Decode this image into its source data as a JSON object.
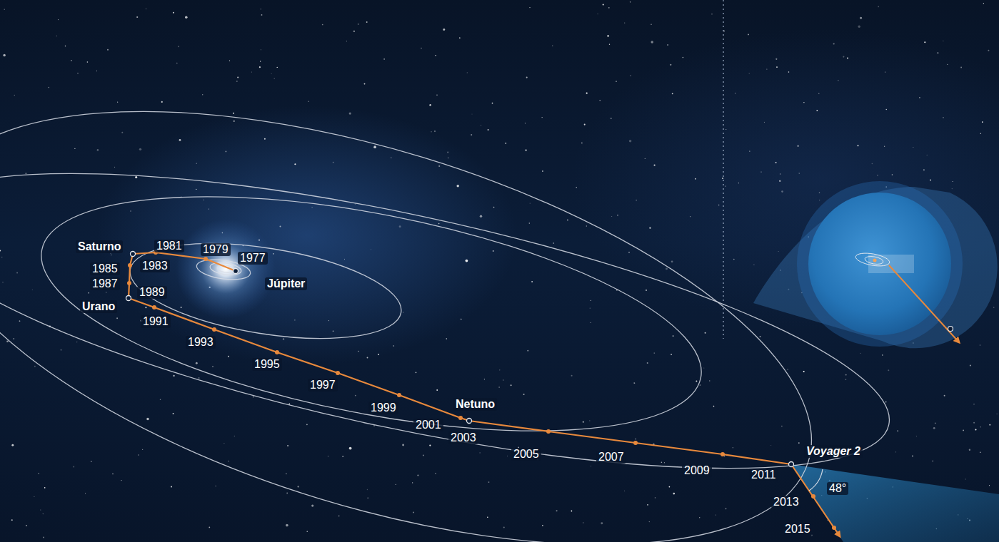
{
  "diagram": {
    "labels": [
      "Saturno",
      "1981",
      "1979",
      "1977",
      "1985",
      "1983",
      "Júpiter",
      "1987",
      "1989",
      "Urano",
      "1991",
      "1993",
      "1995",
      "1997",
      "1999",
      "Netuno",
      "2001",
      "2003",
      "2005",
      "2007",
      "2009",
      "2011",
      "Voyager 2",
      "2013",
      "48°",
      "2015"
    ]
  }
}
